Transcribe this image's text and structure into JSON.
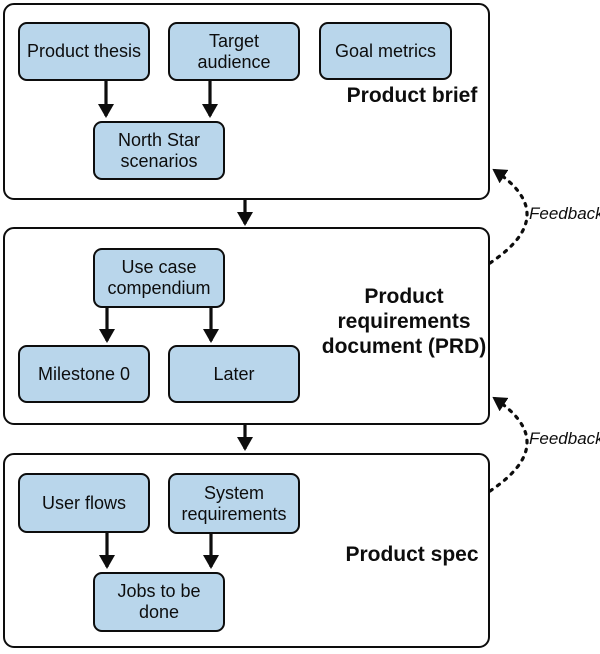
{
  "sections": {
    "brief": {
      "label": "Product brief"
    },
    "prd": {
      "label": "Product\nrequirements\ndocument (PRD)"
    },
    "spec": {
      "label": "Product spec"
    }
  },
  "nodes": {
    "product_thesis": {
      "label": "Product thesis"
    },
    "target_audience": {
      "label": "Target\naudience"
    },
    "goal_metrics": {
      "label": "Goal metrics"
    },
    "north_star": {
      "label": "North Star\nscenarios"
    },
    "use_case": {
      "label": "Use case\ncompendium"
    },
    "milestone_0": {
      "label": "Milestone 0"
    },
    "later": {
      "label": "Later"
    },
    "user_flows": {
      "label": "User flows"
    },
    "system_requirements": {
      "label": "System\nrequirements"
    },
    "jobs_to_be_done": {
      "label": "Jobs to be\ndone"
    }
  },
  "feedback": {
    "label": "Feedback"
  },
  "edges": [
    {
      "from": "product_thesis",
      "to": "north_star",
      "type": "solid"
    },
    {
      "from": "target_audience",
      "to": "north_star",
      "type": "solid"
    },
    {
      "from": "product_brief",
      "to": "prd",
      "type": "solid"
    },
    {
      "from": "use_case",
      "to": "milestone_0",
      "type": "solid"
    },
    {
      "from": "use_case",
      "to": "later",
      "type": "solid"
    },
    {
      "from": "prd",
      "to": "product_spec",
      "type": "solid"
    },
    {
      "from": "user_flows",
      "to": "jobs_to_be_done",
      "type": "solid"
    },
    {
      "from": "system_requirements",
      "to": "jobs_to_be_done",
      "type": "solid"
    },
    {
      "from": "prd",
      "to": "product_brief",
      "type": "feedback-dashed"
    },
    {
      "from": "product_spec",
      "to": "prd",
      "type": "feedback-dashed"
    }
  ],
  "colors": {
    "node_fill": "#b9d6eb",
    "stroke": "#0d0d0d",
    "background": "#ffffff"
  }
}
